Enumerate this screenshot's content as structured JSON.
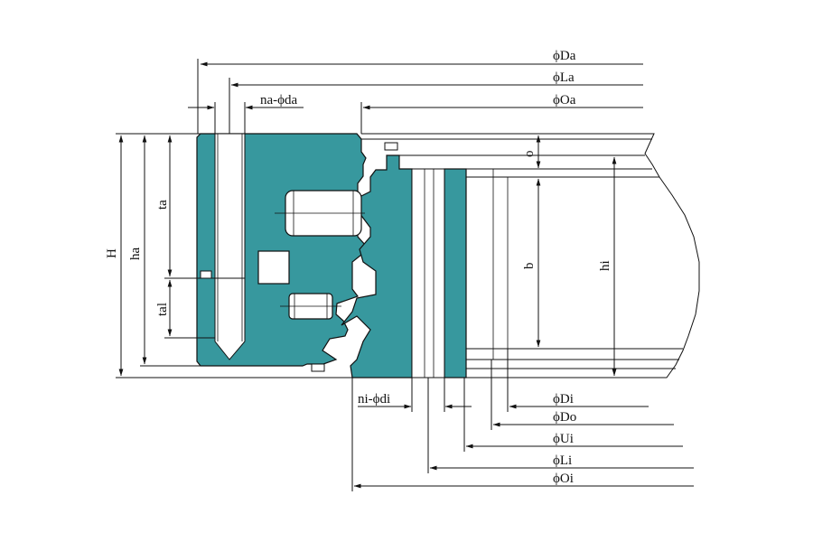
{
  "diagram": {
    "colors": {
      "ring": "#37989e",
      "line": "#111111",
      "background": "#ffffff"
    },
    "top_labels": {
      "Da": "ϕDa",
      "La": "ϕLa",
      "Oa": "ϕOa",
      "na_da": "na-ϕda"
    },
    "bottom_labels": {
      "Di": "ϕDi",
      "Do": "ϕDo",
      "Li": "ϕLi",
      "Ui": "ϕUi",
      "Oi": "ϕOi",
      "ni_di": "ni-ϕdi"
    },
    "side_labels": {
      "H": "H",
      "ha": "ha",
      "ta": "ta",
      "tal": "tal"
    },
    "inner_labels": {
      "o": "o",
      "b": "b",
      "hi": "hi"
    }
  }
}
